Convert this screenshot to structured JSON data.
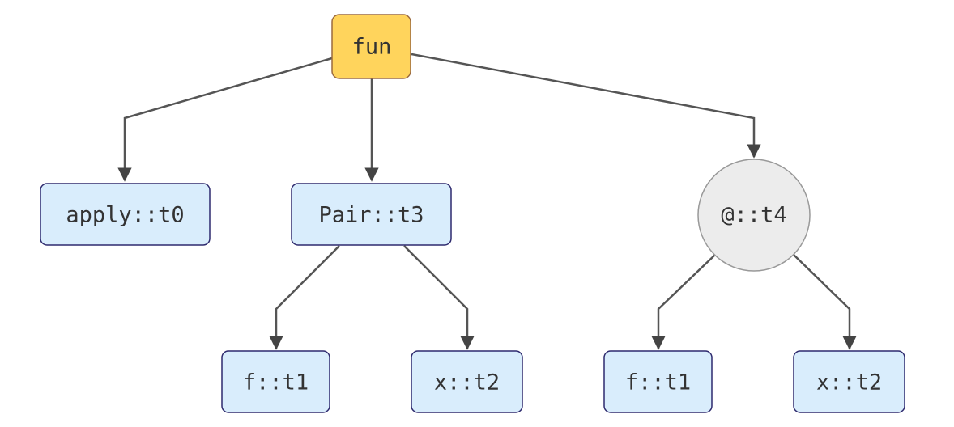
{
  "diagram": {
    "root": {
      "label": "fun",
      "fill": "#ffd45c",
      "stroke": "#9b6a3f"
    },
    "colors": {
      "box_fill": "#d9edfc",
      "box_stroke": "#2e2a6e",
      "circle_fill": "#ececec",
      "circle_stroke": "#999999",
      "edge": "#555555",
      "text": "#333333"
    },
    "nodes": {
      "apply": {
        "label": "apply::t0"
      },
      "pair": {
        "label": "Pair::t3"
      },
      "app": {
        "label": "@::t4"
      },
      "pair_f": {
        "label": "f::t1"
      },
      "pair_x": {
        "label": "x::t2"
      },
      "app_f": {
        "label": "f::t1"
      },
      "app_x": {
        "label": "x::t2"
      }
    }
  }
}
